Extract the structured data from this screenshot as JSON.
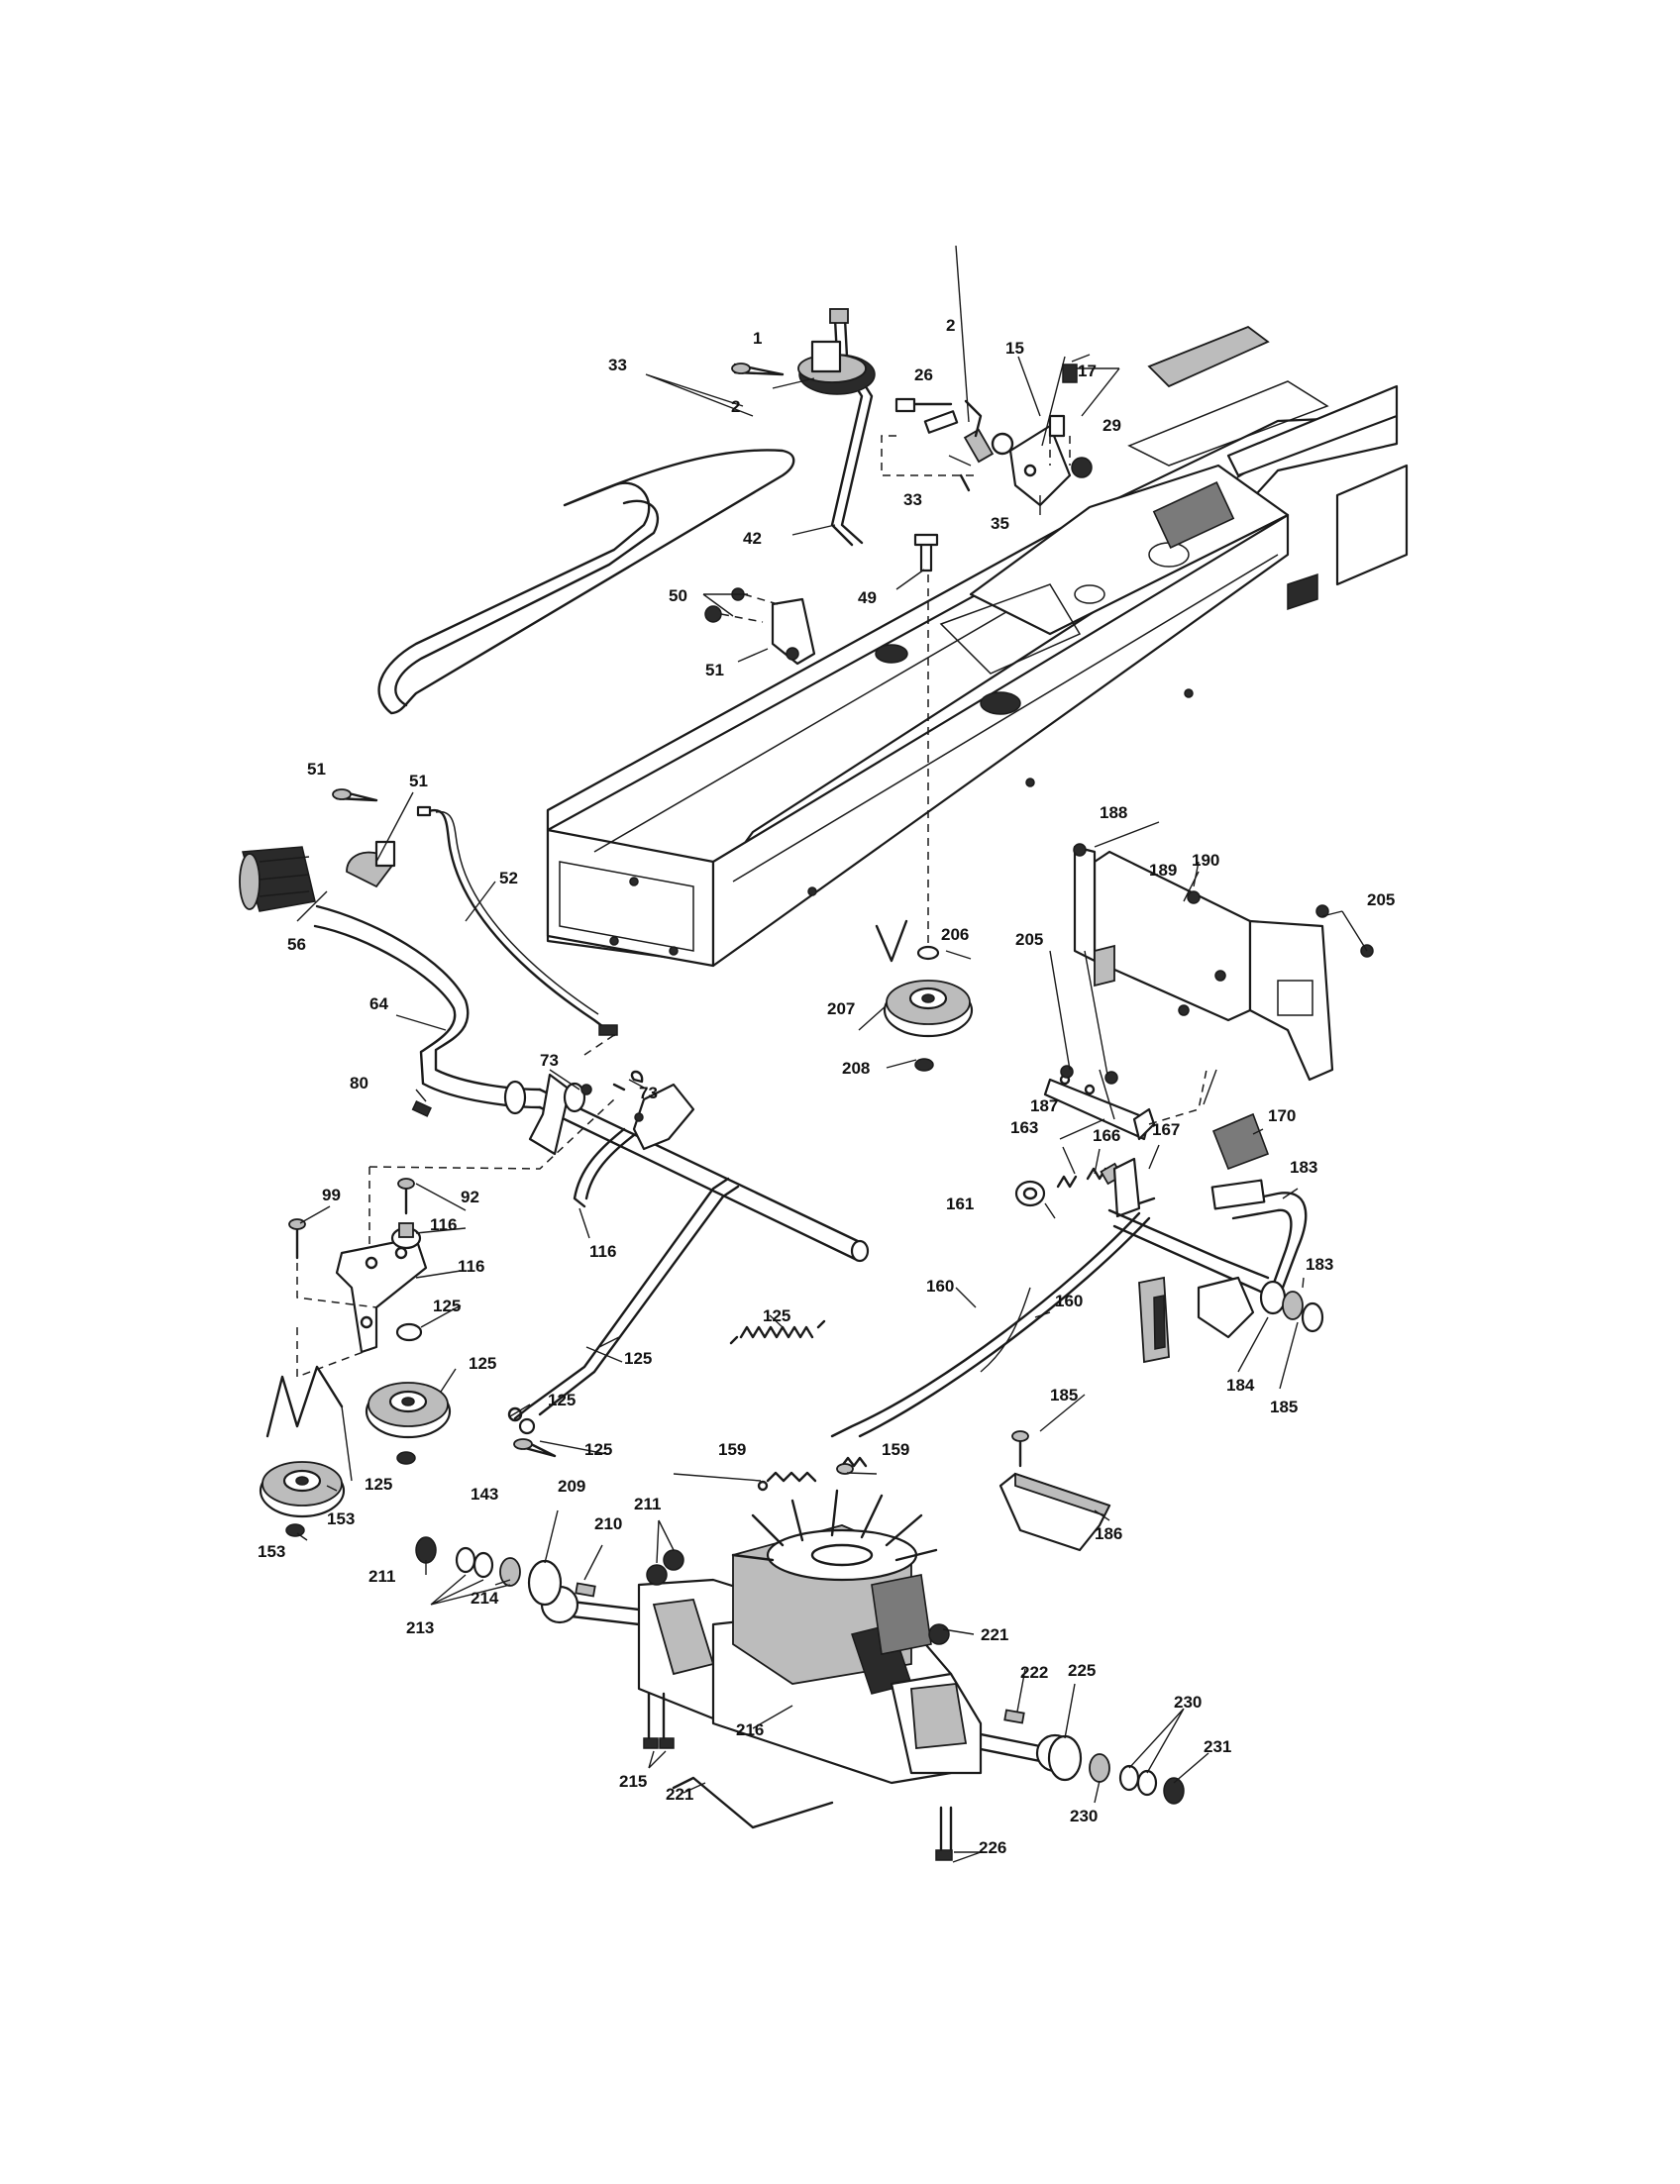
{
  "labels": [
    "1",
    "2",
    "2",
    "15",
    "17",
    "26",
    "29",
    "33",
    "33",
    "35",
    "42",
    "49",
    "50",
    "51",
    "51",
    "51",
    "52",
    "56",
    "64",
    "73",
    "73",
    "80",
    "92",
    "99",
    "116",
    "116",
    "116",
    "125",
    "125",
    "125",
    "125",
    "125",
    "125",
    "125",
    "143",
    "153",
    "153",
    "159",
    "159",
    "160",
    "160",
    "161",
    "163",
    "166",
    "167",
    "170",
    "183",
    "183",
    "184",
    "185",
    "185",
    "186",
    "187",
    "188",
    "189",
    "190",
    "205",
    "205",
    "206",
    "207",
    "208",
    "209",
    "210",
    "211",
    "211",
    "213",
    "214",
    "215",
    "216",
    "221",
    "221",
    "222",
    "225",
    "226",
    "230",
    "230",
    "231"
  ]
}
